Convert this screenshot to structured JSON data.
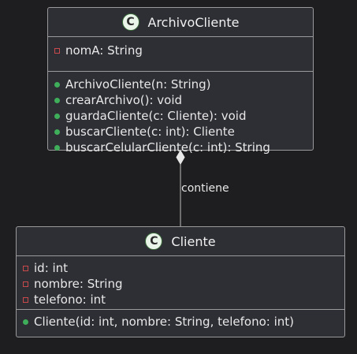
{
  "classes": {
    "archivo": {
      "stereotype_letter": "C",
      "name": "ArchivoCliente",
      "attributes": [
        {
          "visibility": "private",
          "text": "nomA: String"
        }
      ],
      "operations": [
        {
          "visibility": "public",
          "text": "ArchivoCliente(n: String)"
        },
        {
          "visibility": "public",
          "text": "crearArchivo(): void"
        },
        {
          "visibility": "public",
          "text": "guardaCliente(c: Cliente): void"
        },
        {
          "visibility": "public",
          "text": "buscarCliente(c: int): Cliente"
        },
        {
          "visibility": "public",
          "text": "buscarCelularCliente(c: int): String"
        }
      ]
    },
    "cliente": {
      "stereotype_letter": "C",
      "name": "Cliente",
      "attributes": [
        {
          "visibility": "private",
          "text": "id: int"
        },
        {
          "visibility": "private",
          "text": "nombre: String"
        },
        {
          "visibility": "private",
          "text": "telefono: int"
        }
      ],
      "operations": [
        {
          "visibility": "public",
          "text": "Cliente(id: int, nombre: String, telefono: int)"
        }
      ]
    }
  },
  "relation": {
    "type": "composition",
    "label": "contiene"
  },
  "colors": {
    "background": "#1e1e20",
    "class_fill": "#2e2f35",
    "border": "#9a9a9a",
    "private_marker": "#c84a4a",
    "public_marker": "#3fae5a",
    "circle_fill": "#e9f5e9"
  }
}
